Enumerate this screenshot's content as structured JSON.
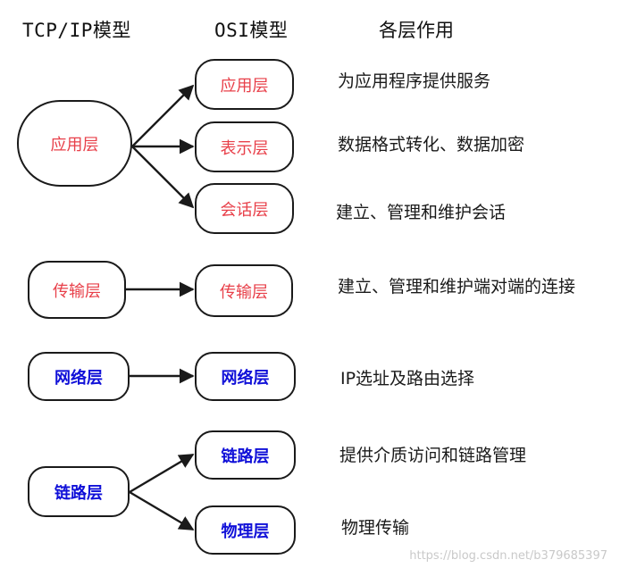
{
  "headers": {
    "tcpip": "TCP/IP模型",
    "osi": "OSI模型",
    "role": "各层作用"
  },
  "tcpip_layers": [
    {
      "label": "应用层",
      "color": "#e8404a"
    },
    {
      "label": "传输层",
      "color": "#e8404a"
    },
    {
      "label": "网络层",
      "color": "#1010d8"
    },
    {
      "label": "链路层",
      "color": "#1010d8"
    }
  ],
  "osi_layers": [
    {
      "label": "应用层",
      "description": "为应用程序提供服务"
    },
    {
      "label": "表示层",
      "description": "数据格式转化、数据加密"
    },
    {
      "label": "会话层",
      "description": "建立、管理和维护会话"
    },
    {
      "label": "传输层",
      "description": "建立、管理和维护端对端的连接"
    },
    {
      "label": "网络层",
      "description": "IP选址及路由选择"
    },
    {
      "label": "链路层",
      "description": "提供介质访问和链路管理"
    },
    {
      "label": "物理层",
      "description": "物理传输"
    }
  ],
  "watermark": "https://blog.csdn.net/b379685397"
}
